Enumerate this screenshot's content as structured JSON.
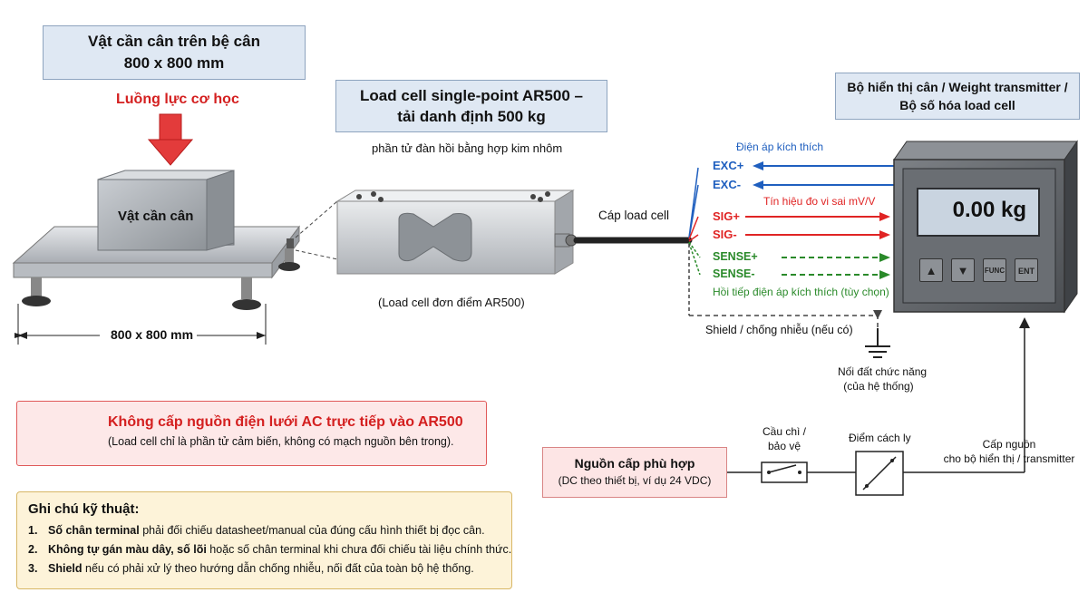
{
  "object_box": {
    "line1": "Vật cần cân trên bệ cân",
    "line2": "800 x 800 mm"
  },
  "force_label": "Luồng lực cơ học",
  "object_label": "Vật cần cân",
  "platform_dimension": "800 x 800 mm",
  "loadcell_box": {
    "line1": "Load cell single-point AR500 –",
    "line2": "tải danh định 500 kg"
  },
  "loadcell_subtitle": "phần tử đàn hồi bằng hợp kim nhôm",
  "loadcell_caption": "(Load cell đơn điểm AR500)",
  "cable_label": "Cáp load cell",
  "transmitter_box": {
    "line1": "Bộ hiển thị cân / Weight transmitter /",
    "line2": "Bộ số hóa load cell"
  },
  "display_value": "0.00 kg",
  "buttons": [
    {
      "name": "up",
      "label": "▲"
    },
    {
      "name": "down",
      "label": "▼"
    },
    {
      "name": "func",
      "label": "FUNC"
    },
    {
      "name": "ent",
      "label": "ENT"
    }
  ],
  "signals": {
    "excitation_caption": "Điện áp kích thích",
    "exc_plus": "EXC+",
    "exc_minus": "EXC-",
    "signal_caption": "Tín hiệu đo vi sai mV/V",
    "sig_plus": "SIG+",
    "sig_minus": "SIG-",
    "sense_plus": "SENSE+",
    "sense_minus": "SENSE-",
    "sense_caption": "Hồi tiếp điện áp kích thích (tùy chọn)",
    "shield": "Shield / chống nhiễu (nếu có)"
  },
  "ground": {
    "line1": "Nối đất chức năng",
    "line2": "(của hệ thống)"
  },
  "warning": {
    "title": "Không cấp nguồn điện lưới AC trực tiếp vào AR500",
    "text": "(Load cell chỉ là phần tử cảm biến, không có mạch nguồn bên trong)."
  },
  "notes": {
    "title": "Ghi chú kỹ thuật:",
    "items": [
      {
        "num": "1.",
        "bold": "Số chân terminal",
        "text": " phải đối chiếu datasheet/manual của đúng cấu hình thiết bị đọc cân."
      },
      {
        "num": "2.",
        "bold": "Không tự gán màu dây, số lõi",
        "text": " hoặc số chân terminal khi chưa đối chiếu tài liệu chính thức."
      },
      {
        "num": "3.",
        "bold": "Shield",
        "text": " nếu có phải xử lý theo hướng dẫn chống nhiễu, nối đất của toàn bộ hệ thống."
      }
    ]
  },
  "power_box": {
    "title": "Nguồn cấp phù hợp",
    "text": "(DC theo thiết bị, ví dụ 24 VDC)"
  },
  "fuse": {
    "line1": "Cầu chì /",
    "line2": "bảo vệ"
  },
  "isolation": "Điểm cách ly",
  "power_feed": {
    "line1": "Cấp nguồn",
    "line2": "cho bộ hiển thị / transmitter"
  },
  "colors": {
    "exc": "#1f5fbf",
    "sig": "#e02424",
    "sense": "#2a8a2a",
    "warning": "#d42020",
    "accent_title": "#dfe8f3"
  }
}
